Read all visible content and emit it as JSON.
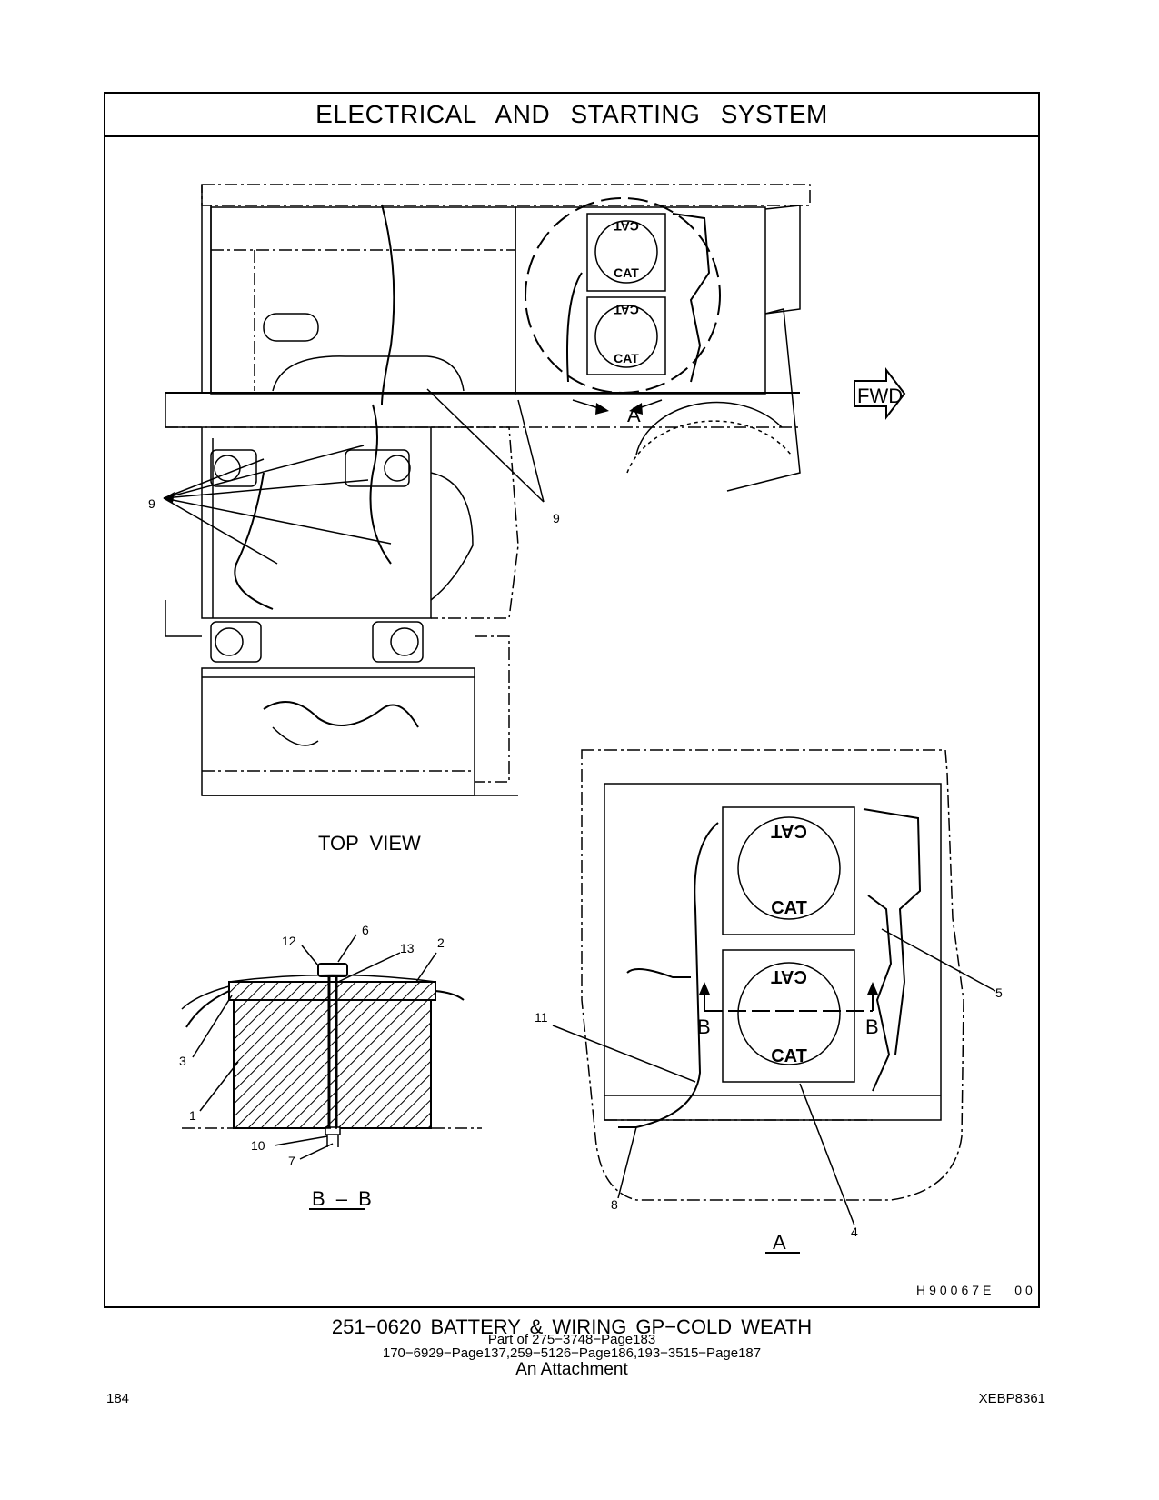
{
  "title": "ELECTRICAL AND STARTING SYSTEM",
  "views": {
    "top_view": "TOP VIEW",
    "section_bb": "B – B",
    "detail_a": "A",
    "detail_a_marker": "A",
    "section_b_left": "B",
    "section_b_right": "B",
    "fwd": "FWD"
  },
  "callouts": {
    "top_left_9": "9",
    "top_right_9": "9",
    "bb_12": "12",
    "bb_6": "6",
    "bb_13": "13",
    "bb_2": "2",
    "bb_3": "3",
    "bb_1": "1",
    "bb_10": "10",
    "bb_7": "7",
    "a_11": "11",
    "a_5": "5",
    "a_8": "8",
    "a_4": "4"
  },
  "drawing_number": "H90067E  00",
  "caption": {
    "part": "251−0620  BATTERY & WIRING GP−COLD WEATH",
    "part_of": "Part of 275−3748−Page183",
    "refs": "170−6929−Page137,259−5126−Page186,193−3515−Page187",
    "attachment": "An Attachment"
  },
  "footer": {
    "page_number": "184",
    "doc_id": "XEBP8361"
  },
  "battery_logo": "CAT",
  "colors": {
    "ink": "#000000",
    "paper": "#ffffff"
  }
}
